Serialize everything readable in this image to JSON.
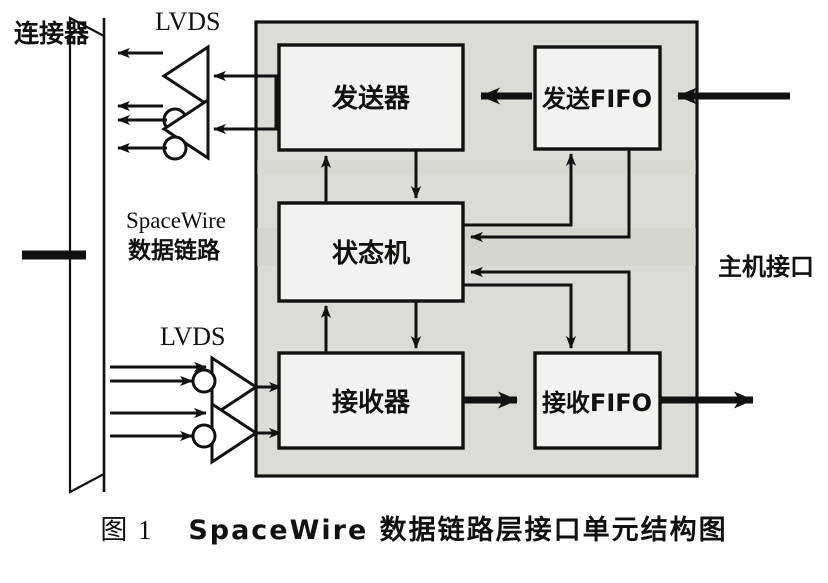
{
  "figure": {
    "caption_number": "图 1",
    "caption_text": "SpaceWire 数据链路层接口单元结构图",
    "caption_full": "图 1  SpaceWire 数据链路层接口单元结构图"
  },
  "labels": {
    "connector": "连接器",
    "lvds_top": "LVDS",
    "lvds_bottom": "LVDS",
    "datalink_line1": "SpaceWire",
    "datalink_line2": "数据链路",
    "host_interface": "主机接口"
  },
  "blocks": {
    "transmitter": "发送器",
    "send_fifo": "发送FIFO",
    "state_machine": "状态机",
    "receiver": "接收器",
    "receive_fifo": "接收FIFO"
  },
  "colors": {
    "ink": "#111111",
    "paper": "#ffffff",
    "panel_tint": "#dcdcd6",
    "block_fill": "#f2f2ee"
  },
  "structure": {
    "outer_panel_name": "SpaceWire 数据链路层接口单元",
    "lvds_driver_count_top": 2,
    "lvds_driver_count_bottom": 2,
    "connector_pin_count_top": 4,
    "connector_pin_count_bottom": 4
  }
}
